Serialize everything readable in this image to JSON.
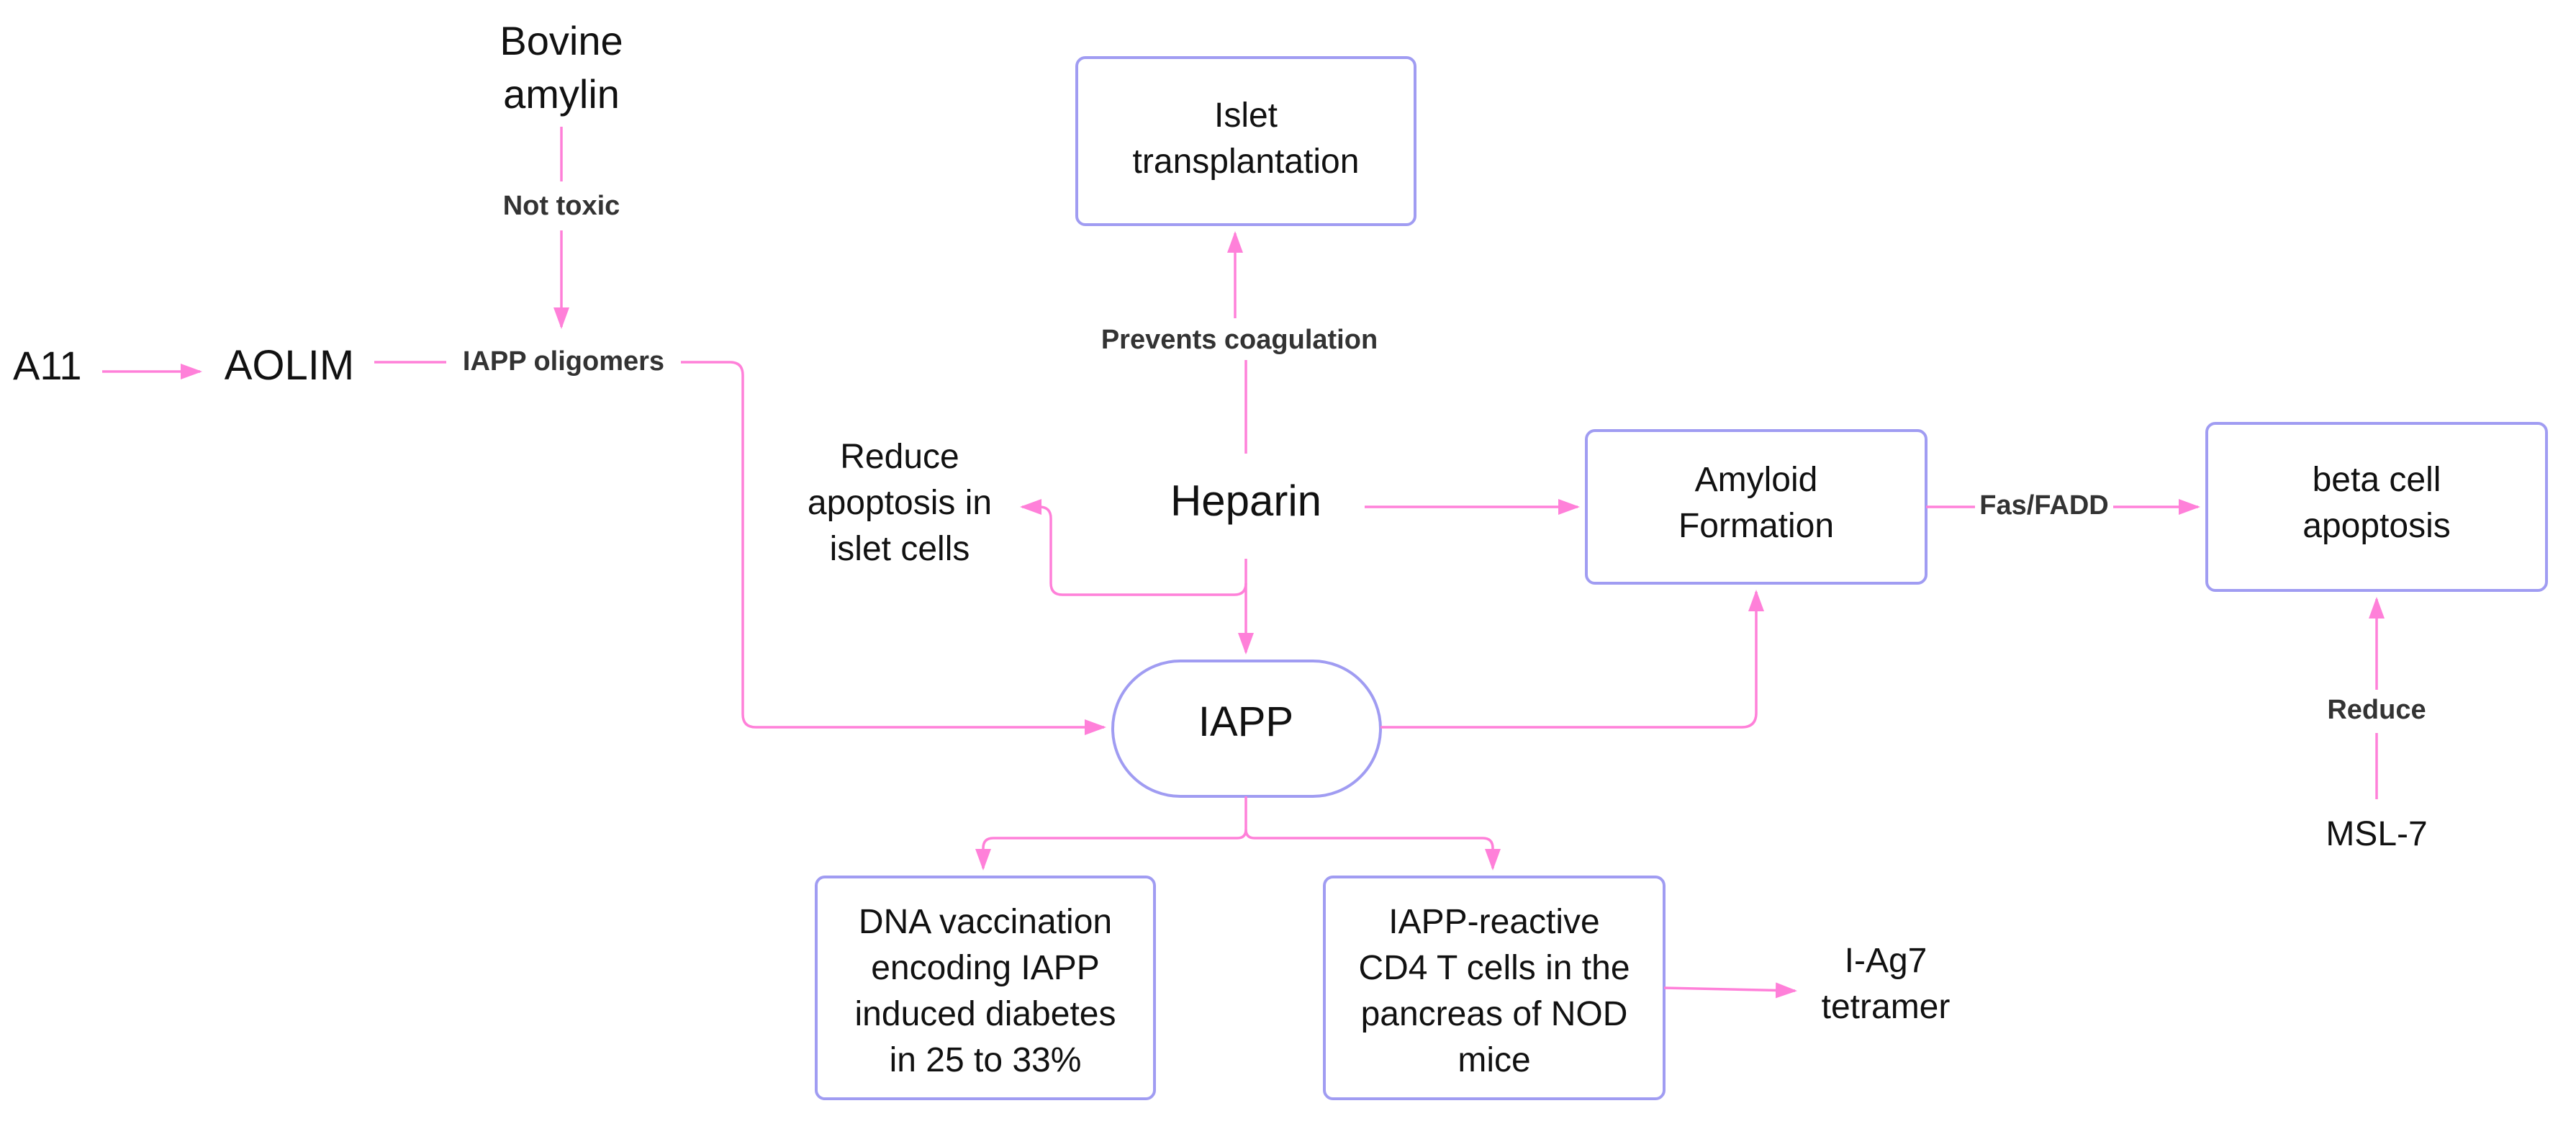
{
  "colors": {
    "arrow": "#ff80d9",
    "box_border": "#a09cf2",
    "text": "#111111",
    "edge_label": "#333333",
    "background": "#ffffff"
  },
  "nodes": {
    "bovine_amylin": "Bovine\namylin",
    "a11": "A11",
    "aolim": "AOLIM",
    "islet_transplantation": "Islet\ntransplantation",
    "reduce_apoptosis": "Reduce\napoptosis in\nislet cells",
    "heparin": "Heparin",
    "amyloid_formation": "Amyloid\nFormation",
    "beta_cell_apoptosis": "beta cell\napoptosis",
    "iapp": "IAPP",
    "msl7": "MSL-7",
    "dna_vaccination": "DNA vaccination\nencoding IAPP\ninduced diabetes\nin 25 to 33%",
    "iapp_reactive": "IAPP-reactive\nCD4 T cells in the\npancreas of NOD\nmice",
    "iag7_tetramer": "I-Ag7\ntetramer"
  },
  "edge_labels": {
    "not_toxic": "Not toxic",
    "iapp_oligomers": "IAPP oligomers",
    "prevents_coagulation": "Prevents coagulation",
    "fas_fadd": "Fas/FADD",
    "reduce": "Reduce"
  }
}
